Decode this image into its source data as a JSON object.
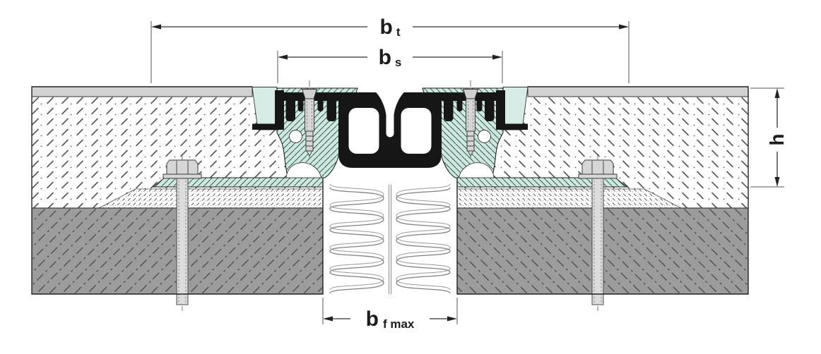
{
  "dimensions": {
    "bt": {
      "main": "b",
      "sub": "t"
    },
    "bs": {
      "main": "b",
      "sub": "s"
    },
    "h": {
      "main": "h"
    },
    "bf": {
      "main": "b",
      "sub": "f max"
    }
  },
  "colors": {
    "background": "#ffffff",
    "outline": "#222222",
    "dimension_line": "#333333",
    "metal_mint": "#cbe9e0",
    "bedding_mint": "#d8ece7",
    "floor_covering": "#d2d2d2",
    "concrete": "#9c9c9c",
    "rubber": "#161616",
    "metal_gray": "#d6d6d6",
    "foam_line": "#808080"
  }
}
